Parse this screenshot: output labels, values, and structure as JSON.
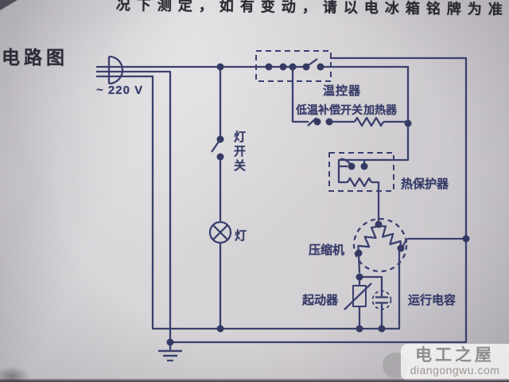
{
  "photo": {
    "top_caption": "况下测定，如有变动，请以电冰箱铭牌为准",
    "heading": "电路图"
  },
  "circuit": {
    "voltage_label": "~ 220 V",
    "components": {
      "lamp_switch": "灯开关",
      "lamp": "灯",
      "thermostat": "温控器",
      "low_temp_compensation_switch": "低温补偿开关",
      "heater": "加热器",
      "thermal_protector": "热保护器",
      "compressor": "压缩机",
      "starter": "起动器",
      "run_capacitor": "运行电容"
    },
    "colors": {
      "line": "#3a406e",
      "dot": "#343a63",
      "label": "#353b68"
    }
  },
  "watermark": {
    "site_name": "电工之屋",
    "site_url": "diangongwu.com"
  }
}
